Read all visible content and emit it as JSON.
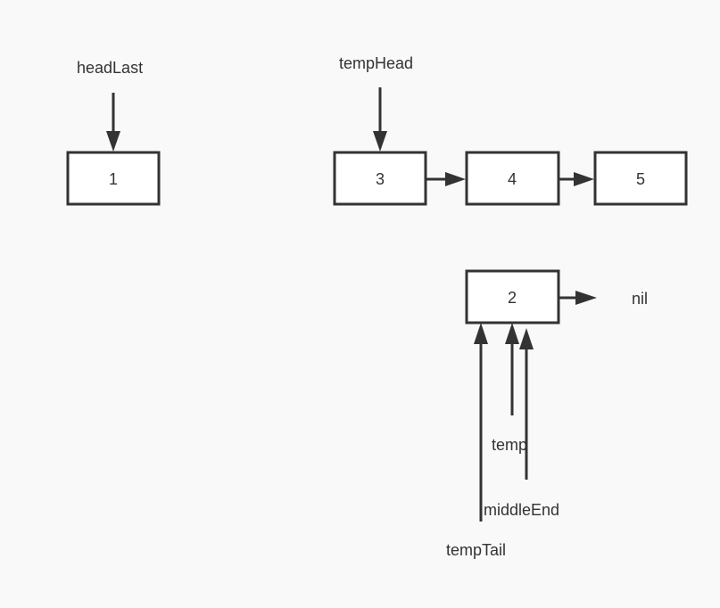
{
  "nodes": {
    "n1": "1",
    "n3": "3",
    "n4": "4",
    "n5": "5",
    "n2": "2"
  },
  "labels": {
    "head_last": "headLast",
    "temp_head": "tempHead",
    "nil": "nil",
    "temp": "temp",
    "middle_end": "middleEnd",
    "temp_tail": "tempTail"
  }
}
